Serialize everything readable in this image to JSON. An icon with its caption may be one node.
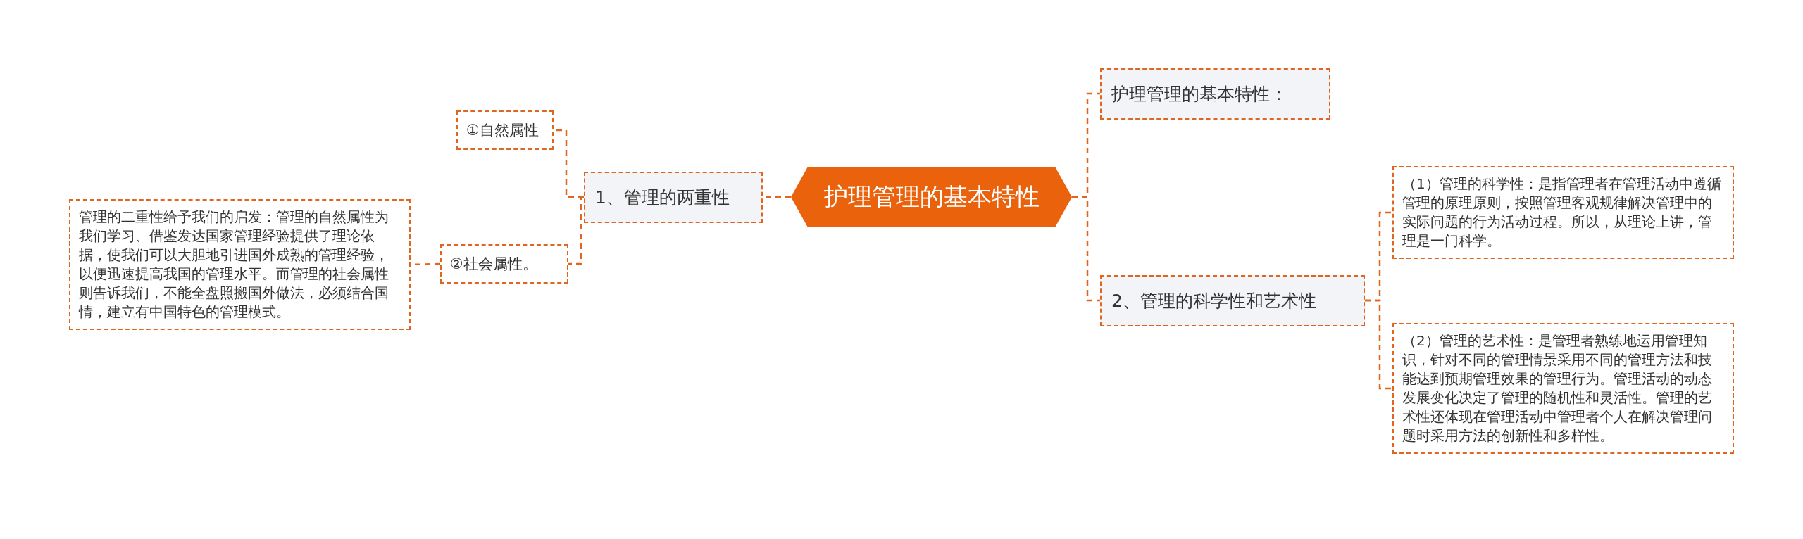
{
  "diagram": {
    "nodes": [
      {
        "text": [
          "护理管理的基本特性"
        ]
      },
      {
        "text": [
          "1、管理的两重性"
        ]
      },
      {
        "text": [
          "①自然属性"
        ]
      },
      {
        "text": [
          "②社会属性。"
        ]
      },
      {
        "text": [
          "管理的二重性给予我们的启发：管理的自然属性为我们学习、借鉴发达国家管理经验提供了理论依据，使我们可以大胆地引进国外成熟的管理经验，以便迅速提高我国的管理水平。而管理的社会属性则告诉我们，不能全盘照搬国外做法，必须结合国情，建立有中国特色的管理模式。"
        ]
      },
      {
        "text": [
          "护理管理的基本特性："
        ]
      },
      {
        "text": [
          "2、管理的科学性和艺术性"
        ]
      },
      {
        "text": [
          "（1）管理的科学性：是指管理者在管理活动中遵循管理的原理原则，按照管理客观规律解决管理中的实际问题的行为活动过程。所以，从理论上讲，管理是一门科学。"
        ]
      },
      {
        "text": [
          "（2）管理的艺术性：是管理者熟练地运用管理知识，针对不同的管理情景采用不同的管理方法和技能达到预期管理效果的管理行为。管理活动的动态发展变化决定了管理的随机性和灵活性。管理的艺术性还体现在管理活动中管理者个人在解决管理问题时采用方法的创新性和多样性。"
        ]
      }
    ],
    "edges": [
      {
        "from": 0,
        "to": 1,
        "arrow": "none",
        "style": "dashed"
      },
      {
        "from": 1,
        "to": 2,
        "arrow": "none",
        "style": "dashed"
      },
      {
        "from": 1,
        "to": 3,
        "arrow": "none",
        "style": "dashed"
      },
      {
        "from": 3,
        "to": 4,
        "arrow": "none",
        "style": "dashed"
      },
      {
        "from": 0,
        "to": 5,
        "arrow": "none",
        "style": "dashed"
      },
      {
        "from": 0,
        "to": 6,
        "arrow": "none",
        "style": "dashed"
      },
      {
        "from": 6,
        "to": 7,
        "arrow": "none",
        "style": "dashed"
      },
      {
        "from": 6,
        "to": 8,
        "arrow": "none",
        "style": "dashed"
      }
    ]
  }
}
